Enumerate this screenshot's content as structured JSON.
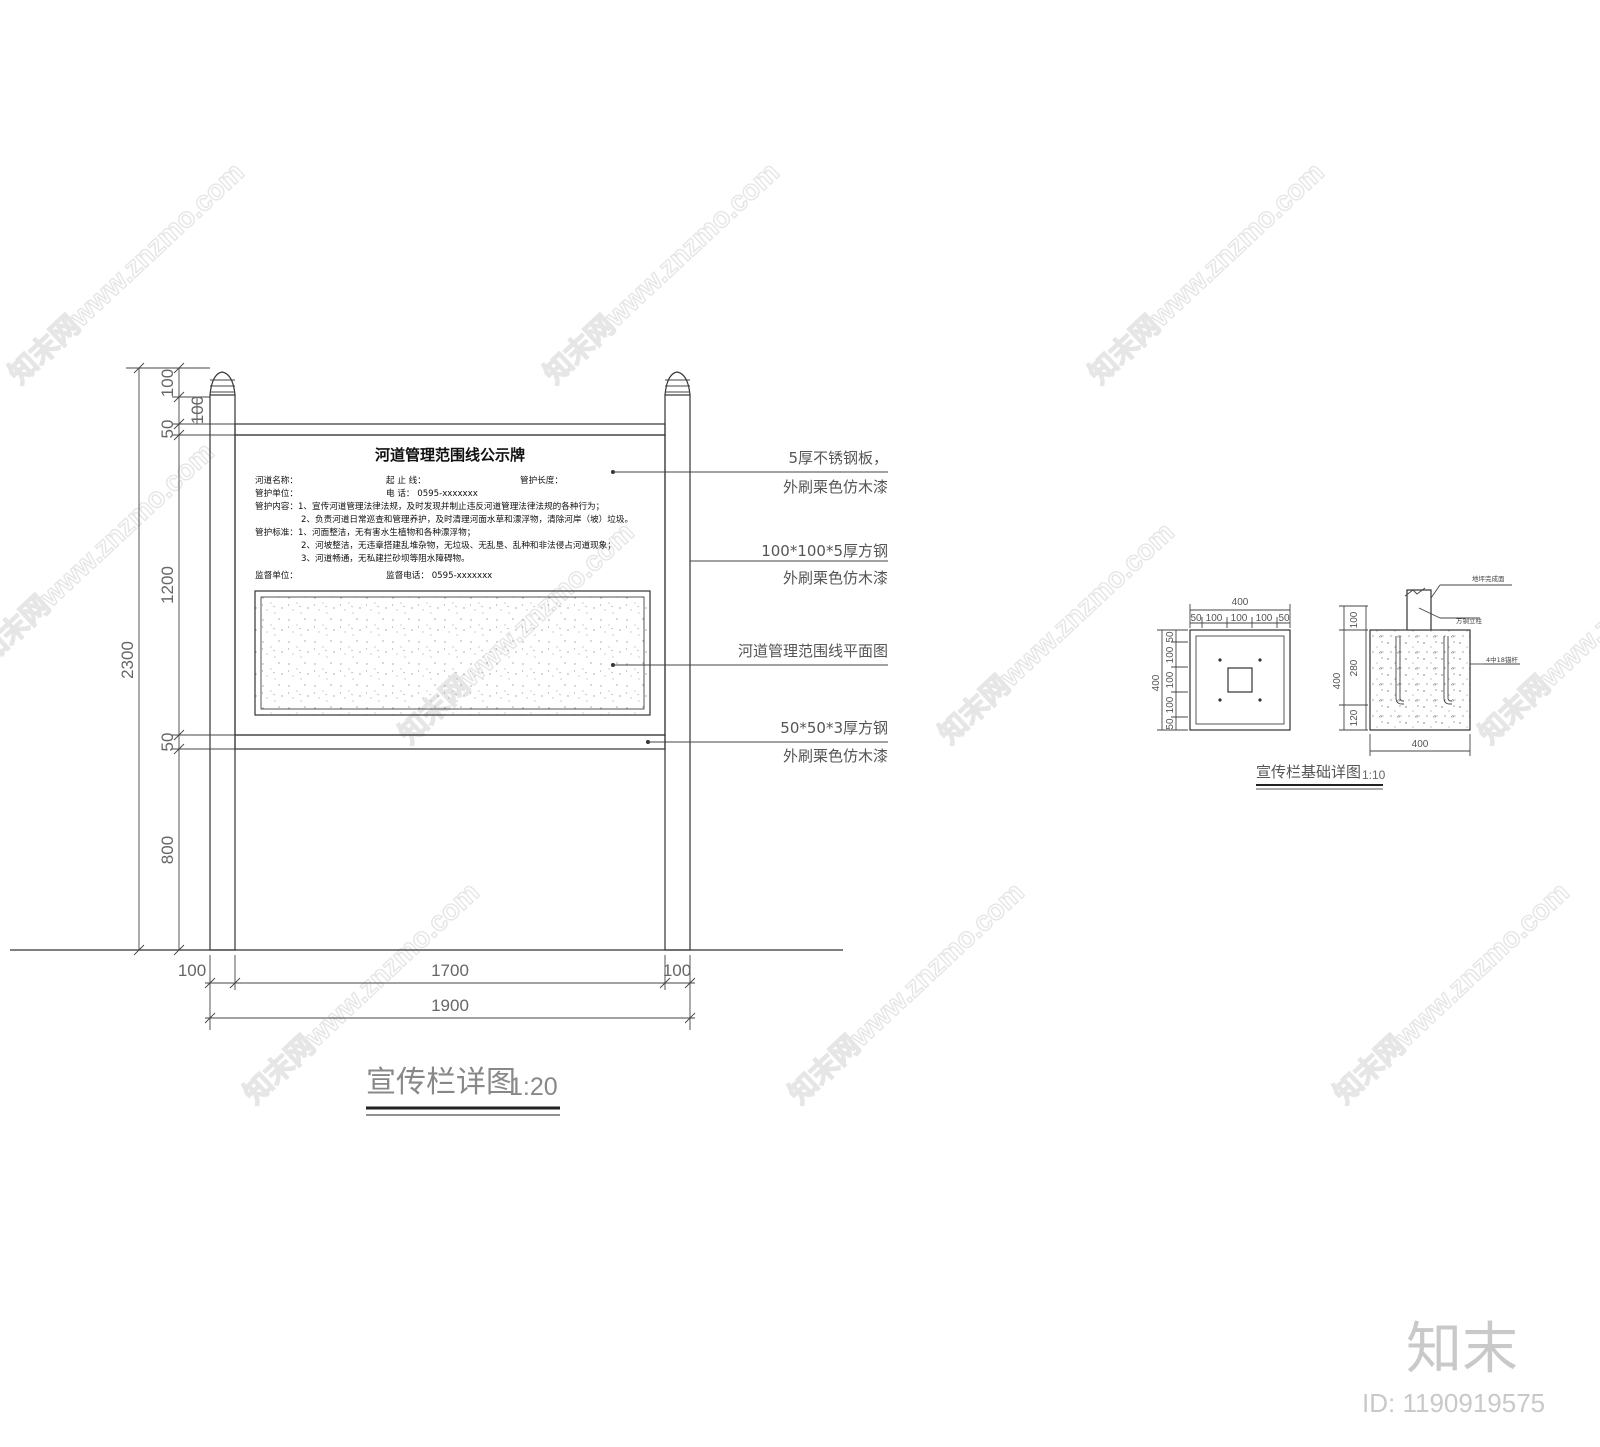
{
  "board": {
    "title": "河道管理范围线公示牌",
    "row1": {
      "name": "河道名称：",
      "start": "起 止 线：",
      "length": "管护长度："
    },
    "row2": {
      "unit": "管护单位：",
      "phone": "电      话：  0595-xxxxxxx"
    },
    "content": [
      "管护内容：1、宣传河道管理法律法规，及时发现并制止违反河道管理法律法规的各种行为；",
      "2、负责河道日常巡查和管理养护，及时清理河面水草和漂浮物，清除河岸（坡）垃圾。"
    ],
    "standard": [
      "管护标准：1、河面整洁，无有害水生植物和各种漂浮物；",
      "2、河坡整洁，无违章搭建乱堆杂物，无垃圾、无乱垦、乱种和非法侵占河道现象；",
      "3、河道畅通，无私建拦砂坝等阻水障碍物。"
    ],
    "supervise": {
      "unit": "监督单位：",
      "phone": "监督电话：  0595-xxxxxxx"
    }
  },
  "callouts": {
    "c1": [
      "5厚不锈钢板，",
      "外刷栗色仿木漆"
    ],
    "c2": [
      "100*100*5厚方钢",
      "外刷栗色仿木漆"
    ],
    "c3": "河道管理范围线平面图",
    "c4": [
      "50*50*3厚方钢",
      "外刷栗色仿木漆"
    ]
  },
  "dims_main": {
    "v_total": "2300",
    "v_cap": "100",
    "v_gap": "50",
    "v_inner": "100",
    "v_board": "1200",
    "v_rail": "50",
    "v_bottom": "800",
    "h_left": "100",
    "h_mid": "1700",
    "h_right": "100",
    "h_total": "1900"
  },
  "title_main": {
    "text": "宣传栏详图",
    "scale": "1:20"
  },
  "foundation": {
    "plan_top": "400",
    "plan_top_parts": [
      "50",
      "100",
      "100",
      "100",
      "50"
    ],
    "plan_left": "400",
    "plan_left_parts": [
      "50",
      "100",
      "100",
      "100",
      "50"
    ],
    "sec_left": [
      "100",
      "280",
      "120"
    ],
    "sec_total": "400",
    "sec_bottom": "400",
    "label_ground": "地坪完成面",
    "label_post": "方钢立柱",
    "label_bolt": "4中18锚杆",
    "title": "宣传栏基础详图",
    "scale": "1:10"
  },
  "watermark": "知末网www.znzmo.com",
  "logo": "知末",
  "id_label": "ID: 1190919575"
}
